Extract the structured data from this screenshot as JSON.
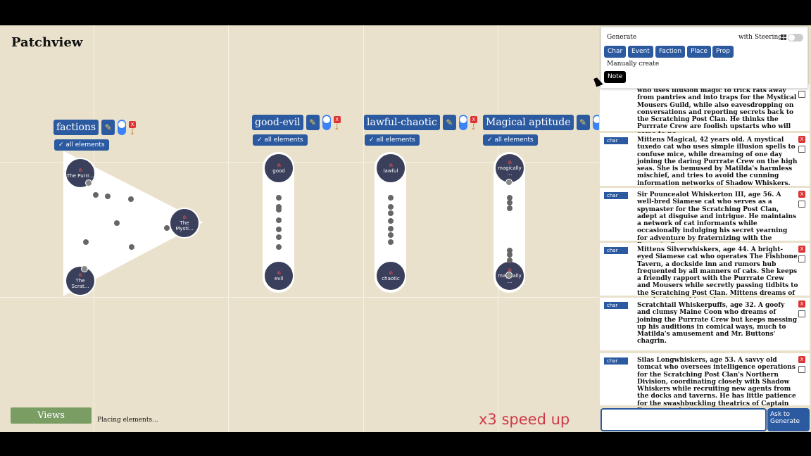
{
  "app": {
    "title": "Patchview"
  },
  "axes": [
    {
      "label": "factions",
      "all_label": "✓ all elements",
      "nodes": [
        {
          "label": "The Purrr...",
          "mag": "⋒"
        },
        {
          "label": "The Mysti...",
          "mag": "⋒"
        },
        {
          "label": "The Scrat...",
          "mag": "⋒"
        }
      ]
    },
    {
      "label": "good-evil",
      "all_label": "✓ all elements",
      "nodes": [
        {
          "label": "good",
          "mag": "⋒"
        },
        {
          "label": "evil",
          "mag": "⋒"
        }
      ]
    },
    {
      "label": "lawful-chaotic",
      "all_label": "✓ all elements",
      "nodes": [
        {
          "label": "lawful",
          "mag": "⋒"
        },
        {
          "label": "chaotic",
          "mag": "⋒"
        }
      ]
    },
    {
      "label": "Magical aptitude",
      "all_label": "✓ all elements",
      "nodes": [
        {
          "label": "magically ...",
          "mag": "⋒"
        },
        {
          "label": "magically ...",
          "mag": "⋒"
        }
      ]
    }
  ],
  "icons": {
    "edit": "pencil-icon",
    "remove": "x-icon",
    "hook": "hook-icon",
    "toggle": "toggle-icon"
  },
  "colors": {
    "accent": "#2c5aa0",
    "background": "#e9e1cb",
    "node": "#3a3f5c",
    "danger": "#d33",
    "views": "#7a9d64",
    "speedup": "#d0384a"
  },
  "footer": {
    "views_label": "Views",
    "status": "Placing elements...",
    "speedup": "x3 speed up"
  },
  "generate": {
    "title": "Generate",
    "steering_label": "with Steering",
    "buttons": [
      "Char",
      "Event",
      "Faction",
      "Place",
      "Prop"
    ],
    "manual_label": "Manually create",
    "note_label": "Note"
  },
  "cards": [
    {
      "tag": "",
      "text": "who uses illusion magic to trick rats away from pantries and into traps for the Mystical Mousers Guild, while also eavesdropping on conversations and reporting secrets back to the Scratching Post Clan. He thinks the Purrrate Crew are foolish upstarts who will come to no..."
    },
    {
      "tag": "char",
      "text": "Mittens Magical, 42 years old. A mystical tuxedo cat who uses simple illusion spells to confuse mice, while dreaming of one day joining the daring Purrrate Crew on the high seas. She is bemused by Matilda's harmless mischief, and tries to avoid the cunning information networks of Shadow Whiskers."
    },
    {
      "tag": "char",
      "text": "Sir Pouncealot Whiskerton III, age 56. A well-bred Siamese cat who serves as a spymaster for the Scratching Post Clan, adept at disguise and intrigue. He maintains a network of cat informants while occasionally indulging his secret yearning for adventure by fraternizing with the Purrrate Crew."
    },
    {
      "tag": "char",
      "text": "Mittens Silverwhiskers, age 44. A bright-eyed Siamese cat who operates The Fishbone Tavern, a dockside inn and rumors hub frequented by all manners of cats. She keeps a friendly rapport with the Purrrate Crew and Mousers while secretly passing tidbits to the Scratching Post Clan. Mittens dreams of purchasing a ship and ..."
    },
    {
      "tag": "char",
      "text": " Scratchtail Whiskerpuffs, age 32. A goofy and clumsy Maine Coon who dreams of joining the Purrrate Crew but keeps messing up his auditions in comical ways, much to Matilda's amusement and Mr. Buttons' chagrin."
    },
    {
      "tag": "char",
      "text": "Silas Longwhiskers, age 53. A savvy old tomcat who oversees intelligence operations for the Scratching Post Clan's Northern Division, coordinating closely with Shadow Whiskers while recruiting new agents from the docks and taverns. He has little patience for the swashbuckling theatrics of Captain Fuzzypaws, but ..."
    }
  ],
  "ask": {
    "placeholder": "",
    "button_label": "Ask to Generate"
  }
}
